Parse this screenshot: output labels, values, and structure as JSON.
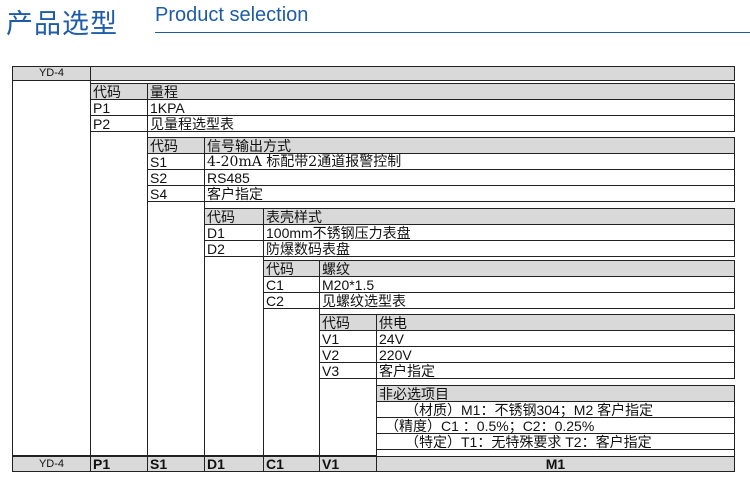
{
  "header": {
    "title_cn": "产品选型",
    "title_en": "Product selection"
  },
  "model": "YD-4",
  "sections": {
    "range": {
      "code_label": "代码",
      "title": "量程",
      "options": [
        {
          "code": "P1",
          "desc": "1KPA"
        },
        {
          "code": "P2",
          "desc": "见量程选型表"
        }
      ]
    },
    "signal": {
      "code_label": "代码",
      "title": "信号输出方式",
      "options": [
        {
          "code": "S1",
          "desc": "4-20mA 标配带2通道报警控制"
        },
        {
          "code": "S2",
          "desc": "RS485"
        },
        {
          "code": "S4",
          "desc": "客户指定"
        }
      ]
    },
    "case": {
      "code_label": "代码",
      "title": "表壳样式",
      "options": [
        {
          "code": "D1",
          "desc": "100mm不锈钢压力表盘"
        },
        {
          "code": "D2",
          "desc": "防爆数码表盘"
        }
      ]
    },
    "thread": {
      "code_label": "代码",
      "title": "螺纹",
      "options": [
        {
          "code": "C1",
          "desc": "M20*1.5"
        },
        {
          "code": "C2",
          "desc": "见螺纹选型表"
        }
      ]
    },
    "power": {
      "code_label": "代码",
      "title": "供电",
      "options": [
        {
          "code": "V1",
          "desc": "24V"
        },
        {
          "code": "V2",
          "desc": "220V"
        },
        {
          "code": "V3",
          "desc": "客户指定"
        }
      ]
    },
    "optional": {
      "title": "非必选项目",
      "items": [
        "（材质）M1：不锈钢304；M2 客户指定",
        "（精度）C1 ：0.5%；C2：0.25%",
        "（特定）T1：无特殊要求 T2：客户指定"
      ]
    }
  },
  "footer": [
    "YD-4",
    "P1",
    "S1",
    "D1",
    "C1",
    "V1",
    "M1"
  ]
}
